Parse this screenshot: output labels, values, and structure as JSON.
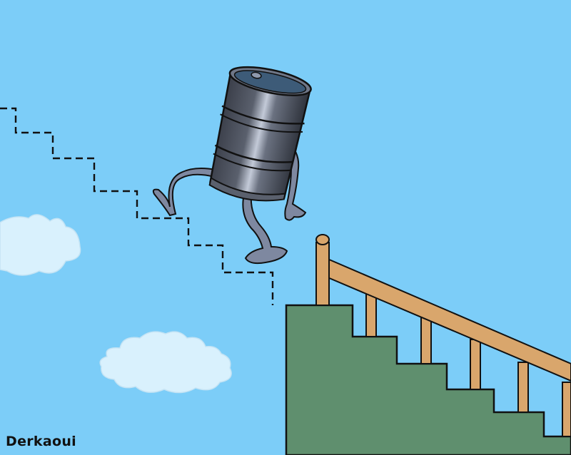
{
  "signature": "Derkaoui",
  "colors": {
    "sky": "#7ccdf8",
    "cloud": "#d9f1fd",
    "stairs": "#5f8f6e",
    "railing": "#d9a66c",
    "barrel_body": "#5a606d",
    "barrel_highlight": "#b4bccb",
    "barrel_top": "#3d5b78",
    "limbs": "#7e88a0",
    "outline": "#111111"
  },
  "icons": [
    "oil-barrel-character",
    "dashed-staircase",
    "green-staircase",
    "wooden-railing",
    "cloud"
  ]
}
